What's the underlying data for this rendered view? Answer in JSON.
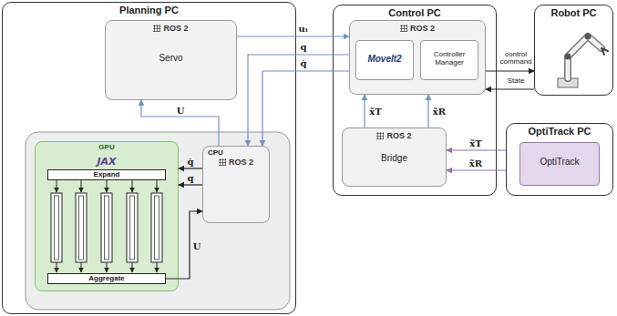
{
  "diagram": {
    "nodes": [
      {
        "text": [
          "Planning PC"
        ]
      },
      {
        "text": [
          "ROS 2",
          "Servo"
        ],
        "in": 0
      },
      {
        "text": [
          "GPU"
        ],
        "in": 0
      },
      {
        "text": [
          "Expand"
        ],
        "in": 2
      },
      {
        "text": [
          "Aggregate"
        ],
        "in": 2
      },
      {
        "text": [
          "CPU",
          "ROS 2"
        ],
        "in": 0
      },
      {
        "text": [
          "Control PC"
        ]
      },
      {
        "text": [
          "ROS 2"
        ],
        "in": 6
      },
      {
        "text": [
          "MoveIt2"
        ],
        "in": 7
      },
      {
        "text": [
          "Controller Manager"
        ],
        "in": 7
      },
      {
        "text": [
          "ROS 2",
          "Bridge"
        ],
        "in": 6
      },
      {
        "text": [
          "Robot PC"
        ]
      },
      {
        "text": [
          "OptiTrack PC"
        ]
      },
      {
        "text": [
          "OptiTrack"
        ],
        "in": 12
      }
    ],
    "edges": [
      {
        "from": 1,
        "to": 7,
        "arrow": "to",
        "label": "uₜ"
      },
      {
        "from": 7,
        "to": 5,
        "arrow": "to",
        "label": "q"
      },
      {
        "from": 7,
        "to": 5,
        "arrow": "to",
        "label": "q̇"
      },
      {
        "from": 5,
        "to": 1,
        "arrow": "to",
        "label": "U"
      },
      {
        "from": 5,
        "to": 2,
        "arrow": "to",
        "label": "q̇"
      },
      {
        "from": 5,
        "to": 2,
        "arrow": "to",
        "label": "q"
      },
      {
        "from": 4,
        "to": 5,
        "arrow": "to",
        "label": "U"
      },
      {
        "from": 7,
        "to": 11,
        "arrow": "to",
        "label": "control command"
      },
      {
        "from": 11,
        "to": 7,
        "arrow": "to",
        "label": "State"
      },
      {
        "from": 10,
        "to": 7,
        "arrow": "to",
        "label": "x̃T"
      },
      {
        "from": 10,
        "to": 7,
        "arrow": "to",
        "label": "x̃R"
      },
      {
        "from": 12,
        "to": 10,
        "arrow": "to",
        "label": "x̃T"
      },
      {
        "from": 12,
        "to": 10,
        "arrow": "to",
        "label": "x̃R"
      }
    ],
    "labels": [
      "JAX"
    ]
  }
}
